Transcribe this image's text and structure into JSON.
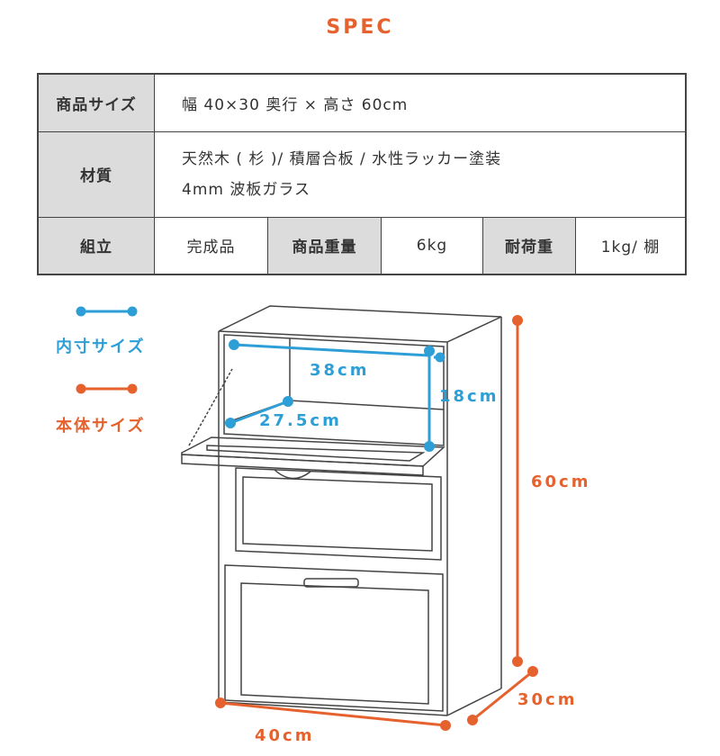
{
  "title": "SPEC",
  "table": {
    "size_label": "商品サイズ",
    "size_value": "幅 40×30 奥行 × 高さ 60cm",
    "material_label": "材質",
    "material_line1": "天然木 ( 杉 )/ 積層合板 / 水性ラッカー塗装",
    "material_line2": "4mm 波板ガラス",
    "assembly_label": "組立",
    "assembly_value": "完成品",
    "weight_label": "商品重量",
    "weight_value": "6kg",
    "load_label": "耐荷重",
    "load_value": "1kg/ 棚"
  },
  "legend": {
    "inner": "内寸サイズ",
    "outer": "本体サイズ"
  },
  "dims": {
    "inner_width": "38cm",
    "inner_height": "18cm",
    "inner_depth": "27.5cm",
    "height": "60cm",
    "width": "40cm",
    "depth": "30cm"
  },
  "colors": {
    "accent": "#e5622e",
    "inner": "#2e9fd6"
  }
}
